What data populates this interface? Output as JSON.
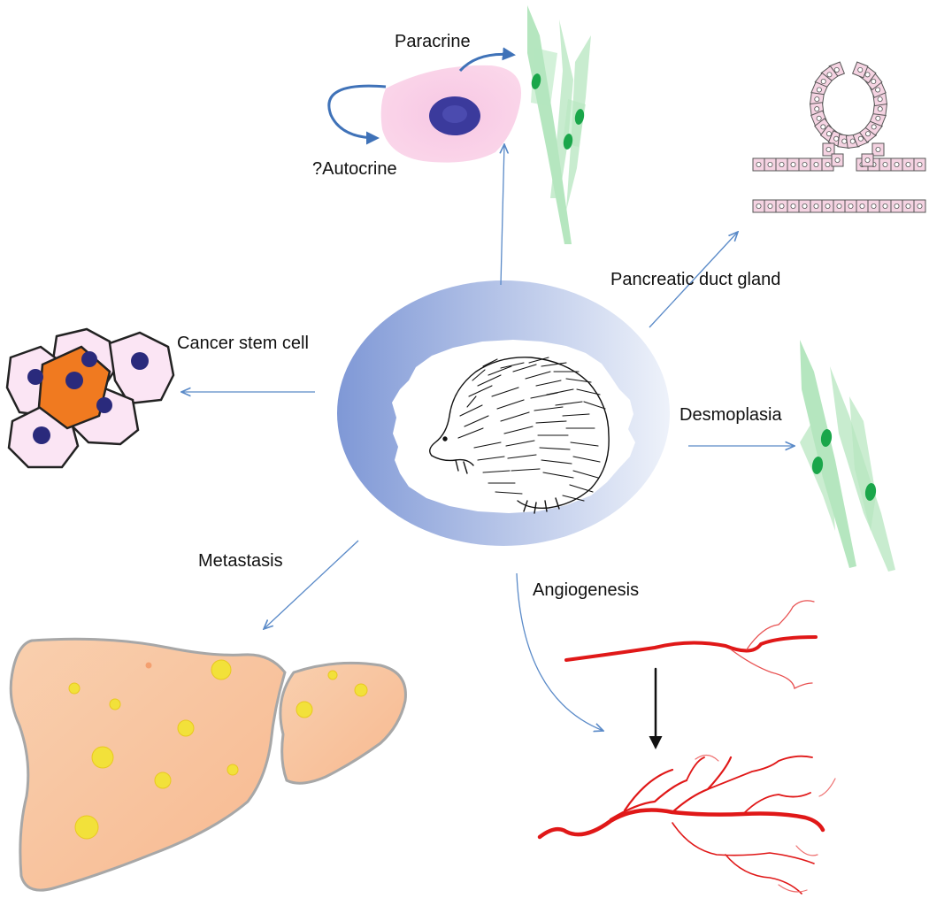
{
  "labels": {
    "paracrine": "Paracrine",
    "autocrine": "?Autocrine",
    "pancreatic_duct_gland": "Pancreatic duct gland",
    "cancer_stem_cell": "Cancer stem cell",
    "desmoplasia": "Desmoplasia",
    "metastasis": "Metastasis",
    "angiogenesis": "Angiogenesis"
  },
  "colors": {
    "arrow": "#5a8ac8",
    "ring_dark": "#8ea6dc",
    "ring_light": "#e4eaf7",
    "fibroblast": "#a9e2b4",
    "fibroblast_nucleus": "#1aa64a",
    "epithelial_cell": "#f3b8dc",
    "nucleus": "#3b3a9c",
    "stem_cell": "#f07a20",
    "duct_cell": "#f5d3e2",
    "liver": "#f8c6a2",
    "metastasis_nodule": "#f2e13a",
    "vessel": "#e01818"
  },
  "icons": {
    "center": "hedgehog-icon",
    "stem_cluster": "cancer-stem-cell-cluster-icon",
    "duct": "pancreatic-duct-icon",
    "liver": "liver-icon",
    "vessels": "blood-vessel-icon"
  }
}
